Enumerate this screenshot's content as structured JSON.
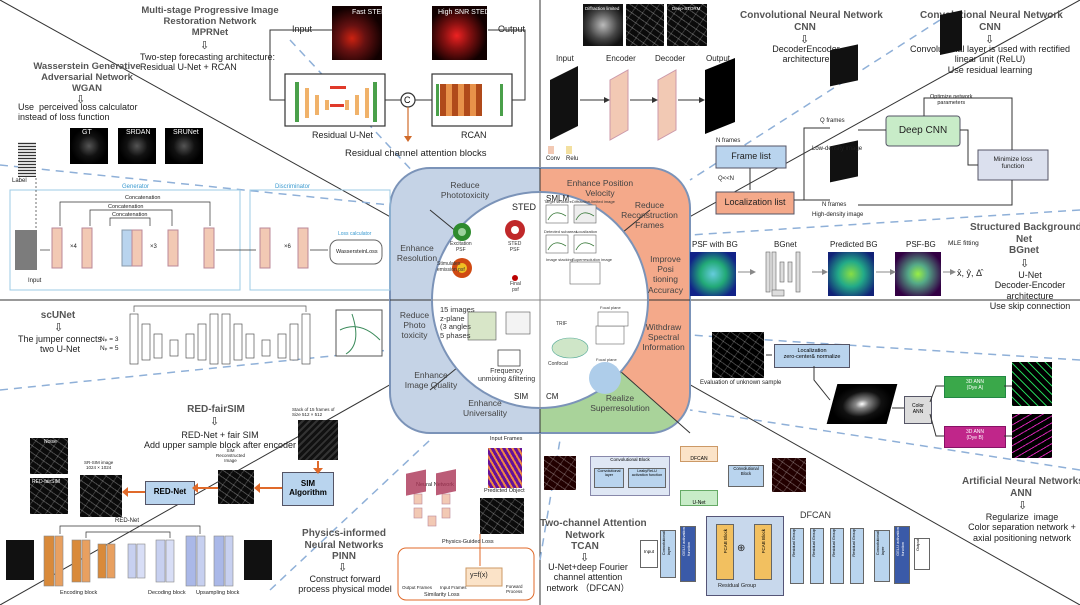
{
  "center": {
    "segments": {
      "reduce_phototoxicity_top": "Reduce\nPhototoxicity",
      "enhance_position_velocity": "Enhance Position\nVelocity",
      "reduce_reconstruction_frames": "Reduce\nReconstruction\nFrames",
      "enhance_resolution": "Enhance\nResolution",
      "improve_positioning_accuracy": "Improve\nPosi\ntioning\nAccuracy",
      "reduce_phototoxicity_left": "Reduce\nPhoto\ntoxicity",
      "withdraw_spectral_information": "Withdraw\nSpectral\nInformation",
      "enhance_image_quality": "Enhance\nImage Quality",
      "enhance_universality": "Enhance\nUniversality",
      "realize_superresolution": "Realize\nSuperresolution"
    },
    "modalities": {
      "sted": "STED",
      "smlm": "SMLM",
      "sim": "SIM",
      "cm": "CM"
    },
    "sted_labels": {
      "excitation": "Excitation\nPSF",
      "sted_psf": "STED\nPSF",
      "stimulates": "Stimulates\nemission psf",
      "final": "Final\npsf"
    },
    "smlm_labels": {
      "target": "Target structure",
      "diffraction": "Diffraction-limited image",
      "detected": "Detected subareas",
      "localization": "Localization",
      "stacking": "Image stacking",
      "superres": "Superresolution image"
    },
    "sim_labels": {
      "images": "15 images\nz-plane\n(3 angles\n5 phases",
      "frequency": "Frequency\nunmixing &filtering"
    },
    "cm_labels": {
      "trif": "TRIF",
      "confocal": "Confocal",
      "focal_plane": "Focal plane",
      "focal_plane2": "Focal plane"
    }
  },
  "mprnet": {
    "title": "Multi-stage Progressive Image\nRestoration Network\nMPRNet",
    "desc": "Two-step forecasting architecture:\nResidual U-Net + RCAN",
    "input": "Input",
    "output": "Output",
    "fast_sted": "Fast STED",
    "high_snr_sted": "High SNR STED",
    "residual_unet": "Residual U-Net",
    "rcan": "RCAN",
    "rcab": "Residual channel attention blocks"
  },
  "wgan": {
    "title": "Wasserstein Generative\nAdversarial Network\nWGAN",
    "desc": "Use  perceived loss calculator\ninstead of loss function",
    "gt": "GT",
    "srdan": "SRDAN",
    "srunet": "SRUNet",
    "label": "Label",
    "input": "Input",
    "generator": "Generator",
    "discriminator": "Discriminator",
    "concatenation": "Concatenation",
    "x4": "×4",
    "x3": "×3",
    "x6": "×6",
    "loss_calculator": "Loss calculator",
    "wasserstein_loss": "WassersteinLoss"
  },
  "cnn_top": {
    "input": "Input",
    "encoder": "Encoder",
    "decoder": "Decoder",
    "output": "Output",
    "diff_limited": "Diffraction limited",
    "deep_storm": "Deep-STORM",
    "conv": "Conv",
    "relu": "Relu"
  },
  "cnn1": {
    "title": "Convolutional Neural Network\nCNN",
    "desc": "DecoderEncoder\narchitecture"
  },
  "cnn2": {
    "title": "Convolutional Neural Network\nCNN",
    "desc": "Convolutional layer is used with rectified\nlinear unit (ReLU)\nUse residual learning"
  },
  "deep_cnn": {
    "q_frames": "Q frames",
    "n_frames": "N frames",
    "n_frames2": "N frames",
    "optimize": "Optimize network\nparameters",
    "deep_cnn": "Deep CNN",
    "frame_list": "Frame list",
    "q_n": "Q<<N",
    "localization_list": "Localization list",
    "low_density": "Low-density image",
    "high_density": "High-density image",
    "minimize_loss": "Minimize loss\nfunction"
  },
  "bgnet": {
    "title": "Structured Background\nNet\nBGnet",
    "desc": "U-Net\nDecoder-Encoder\narchitecture\nUse skip connection",
    "psf_with_bg": "PSF with BG",
    "bgnet": "BGnet",
    "predicted_bg": "Predicted BG",
    "psf_bg": "PSF-BG",
    "mle": "MLE fitting",
    "params": "x̂, ŷ, Δ̂"
  },
  "scunet": {
    "title": "scUNet",
    "desc": "The jumper connects\ntwo U-Net",
    "n1": "Nₚ = 3",
    "n2": "Nₚ = 5"
  },
  "redfairsim": {
    "title": "RED-fairSIM",
    "desc": "RED-Net + fair SIM\nAdd upper sample block after encoder",
    "stack": "Stack of 15 frames of\nSize 512 × 512",
    "sim_algorithm": "SIM\nAlgorithm",
    "sim_reconstructed": "SIM\nReconstructed\nImage",
    "red_net": "RED-Net",
    "red_net2": "RED-Net",
    "sim_image": "SR-SIM image\n1024 × 1024",
    "noise": "Noise",
    "red_fairsim": "RED-fairSIM",
    "encoding": "Encoding block",
    "decoding": "Decoding block",
    "upsampling": "Upsampling block"
  },
  "pinn": {
    "title": "Physics-informed\nNeural Networks\nPINN",
    "desc": "Construct forward\nprocess physical model",
    "input_frames": "Input Frames",
    "neural_network": "Neural Network",
    "predicted_object": "Predicted Object",
    "physics_guided_loss": "Physics-Guided Loss",
    "output_frames": "Output Frames",
    "input_frames2": "Input Frames",
    "similarity_loss": "Similarity Loss",
    "forward_process": "Forward\nProcess",
    "yfx": "y=f(x)"
  },
  "ann": {
    "title": "Artificial Neural Networks\nANN",
    "desc": "Regularize  image\nColor separation network +\naxial positioning network",
    "eval": "Evaluation of  unknown sample",
    "localization": "Localization\nzero-center& normalize",
    "color_ann": "Color\nANN",
    "ann_a": "3D ANN\n(Dye A)",
    "ann_b": "3D ANN\n(Dye B)"
  },
  "tcan": {
    "title": "Two-channel Attention\nNetwork\nTCAN",
    "desc": "U-Net+deep Fourier\nchannel attention\nnetwork （DFCAN）",
    "conv_block": "Convolutional Block",
    "conv_layer": "Convolutional\nlayer",
    "leaky": "LeakyReLU\nactivation function",
    "dfcan": "DFCAN",
    "unet": "U-Net",
    "conv_block2": "Convolutional\nBlock"
  },
  "dfcan": {
    "title": "DFCAN",
    "input": "Input",
    "conv_layer": "Convolutional\nlayer",
    "gelu": "GELU activation\nfunction",
    "fcab": "FCAB Block",
    "fcab2": "FCAB Block",
    "residual_group": "Residual Group",
    "rg1": "Residual Group",
    "rg2": "Residual Group",
    "rg3": "Residual Group",
    "rg4": "Residual Group",
    "conv_layer2": "Convolutional\nlayer",
    "gelu2": "GELU activation\nfunction",
    "output": "Output"
  },
  "colors": {
    "blue": "#c5d3e6",
    "orange": "#f4a98a",
    "green": "#a9d39a",
    "lightblue": "#b9d4ee",
    "salmon": "#f2c9b4",
    "periwinkle": "#b8c2e6"
  }
}
